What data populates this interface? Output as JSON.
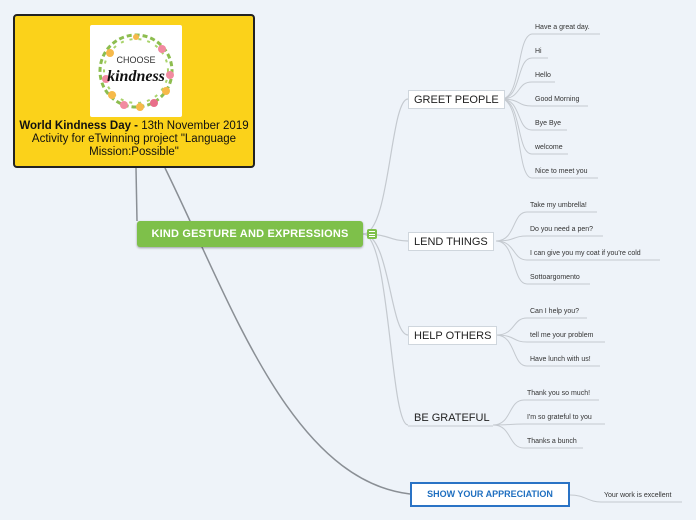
{
  "root": {
    "logo_text_line1": "CHOOSE",
    "logo_text_line2": "kindness",
    "caption_bold": "World Kindness Day - ",
    "caption_rest": " 13th November 2019 Activity for eTwinning project \"Language Mission:Possible\""
  },
  "central": {
    "label": "KIND GESTURE AND EXPRESSIONS"
  },
  "branches": {
    "greet": {
      "label": "GREET PEOPLE",
      "items": [
        "Have a great day.",
        "Hi",
        "Hello",
        "Good Morning",
        "Bye Bye",
        "welcome",
        "Nice to meet you"
      ]
    },
    "lend": {
      "label": "LEND THINGS",
      "items": [
        "Take my umbrella!",
        "Do you need a pen?",
        "I can give you my coat if you're cold",
        "Sottoargomento"
      ]
    },
    "help": {
      "label": "HELP OTHERS",
      "items": [
        "Can I help you?",
        "tell me your problem",
        "Have lunch with us!"
      ]
    },
    "grateful": {
      "label": "BE GRATEFUL",
      "items": [
        "Thank you so much!",
        "I'm so grateful to you",
        "Thanks a bunch"
      ]
    }
  },
  "appreciation": {
    "label": "SHOW YOUR APPRECIATION",
    "items": [
      "Your work is excellent"
    ]
  },
  "colors": {
    "root_fill": "#fbd21a",
    "central_fill": "#7ec04a",
    "appreciation_border": "#2a73c5",
    "link_gray": "#c4c9cf",
    "link_dark": "#777c82"
  }
}
